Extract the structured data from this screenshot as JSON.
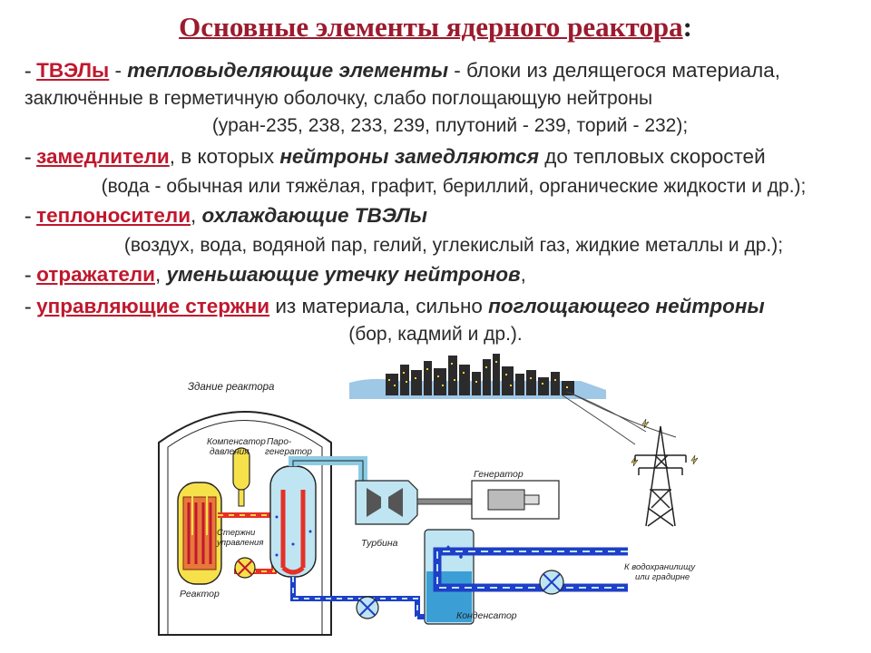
{
  "title": {
    "text": "Основные элементы ядерного реактора",
    "colon": ":"
  },
  "items": {
    "tvel": {
      "dash": "- ",
      "term": "ТВЭЛы",
      "sep": " - ",
      "emph": "тепловыделяющие элементы",
      "desc": " - блоки из делящегося материала,",
      "line2": "заключённые в герметичную оболочку, слабо поглощающую нейтроны",
      "line3": "(уран-235, 238, 233, 239, плутоний - 239, торий - 232);"
    },
    "moderators": {
      "dash": "- ",
      "term": "замедлители",
      "text1": ", в которых ",
      "emph": "нейтроны замедляются",
      "text2": " до тепловых скоростей",
      "line2": "(вода - обычная или тяжёлая, графит, бериллий, органические жидкости и др.);"
    },
    "coolants": {
      "dash": "- ",
      "term": "теплоносители",
      "text1": ", ",
      "emph": "охлаждающие ТВЭЛы",
      "line2": "(воздух, вода, водяной пар, гелий, углекислый газ, жидкие металлы и др.);"
    },
    "reflectors": {
      "dash": "- ",
      "term": "отражатели",
      "text1": ", ",
      "emph": "уменьшающие утечку нейтронов",
      "text2": ","
    },
    "control_rods": {
      "dash": "- ",
      "term": "управляющие стержни",
      "text1": " из материала, сильно ",
      "emph": "поглощающего нейтроны",
      "line2": "(бор, кадмий и др.)."
    }
  },
  "diagram": {
    "labels": {
      "building": "Здание реактора",
      "pressurizer_1": "Компенсатор",
      "pressurizer_2": "давления",
      "steam_gen_1": "Паро-",
      "steam_gen_2": "генератор",
      "rods_1": "Стержни",
      "rods_2": "управления",
      "reactor": "Реактор",
      "turbine": "Турбина",
      "generator": "Генератор",
      "condenser": "Конденсатор",
      "reservoir_1": "К водохранилищу",
      "reservoir_2": "или градирне"
    },
    "colors": {
      "hot_loop": "#e53026",
      "cold_loop": "#1e3fc8",
      "water": "#bfe4f2",
      "reactor_yellow": "#f6e14a",
      "core_orange": "#e8783a"
    }
  }
}
